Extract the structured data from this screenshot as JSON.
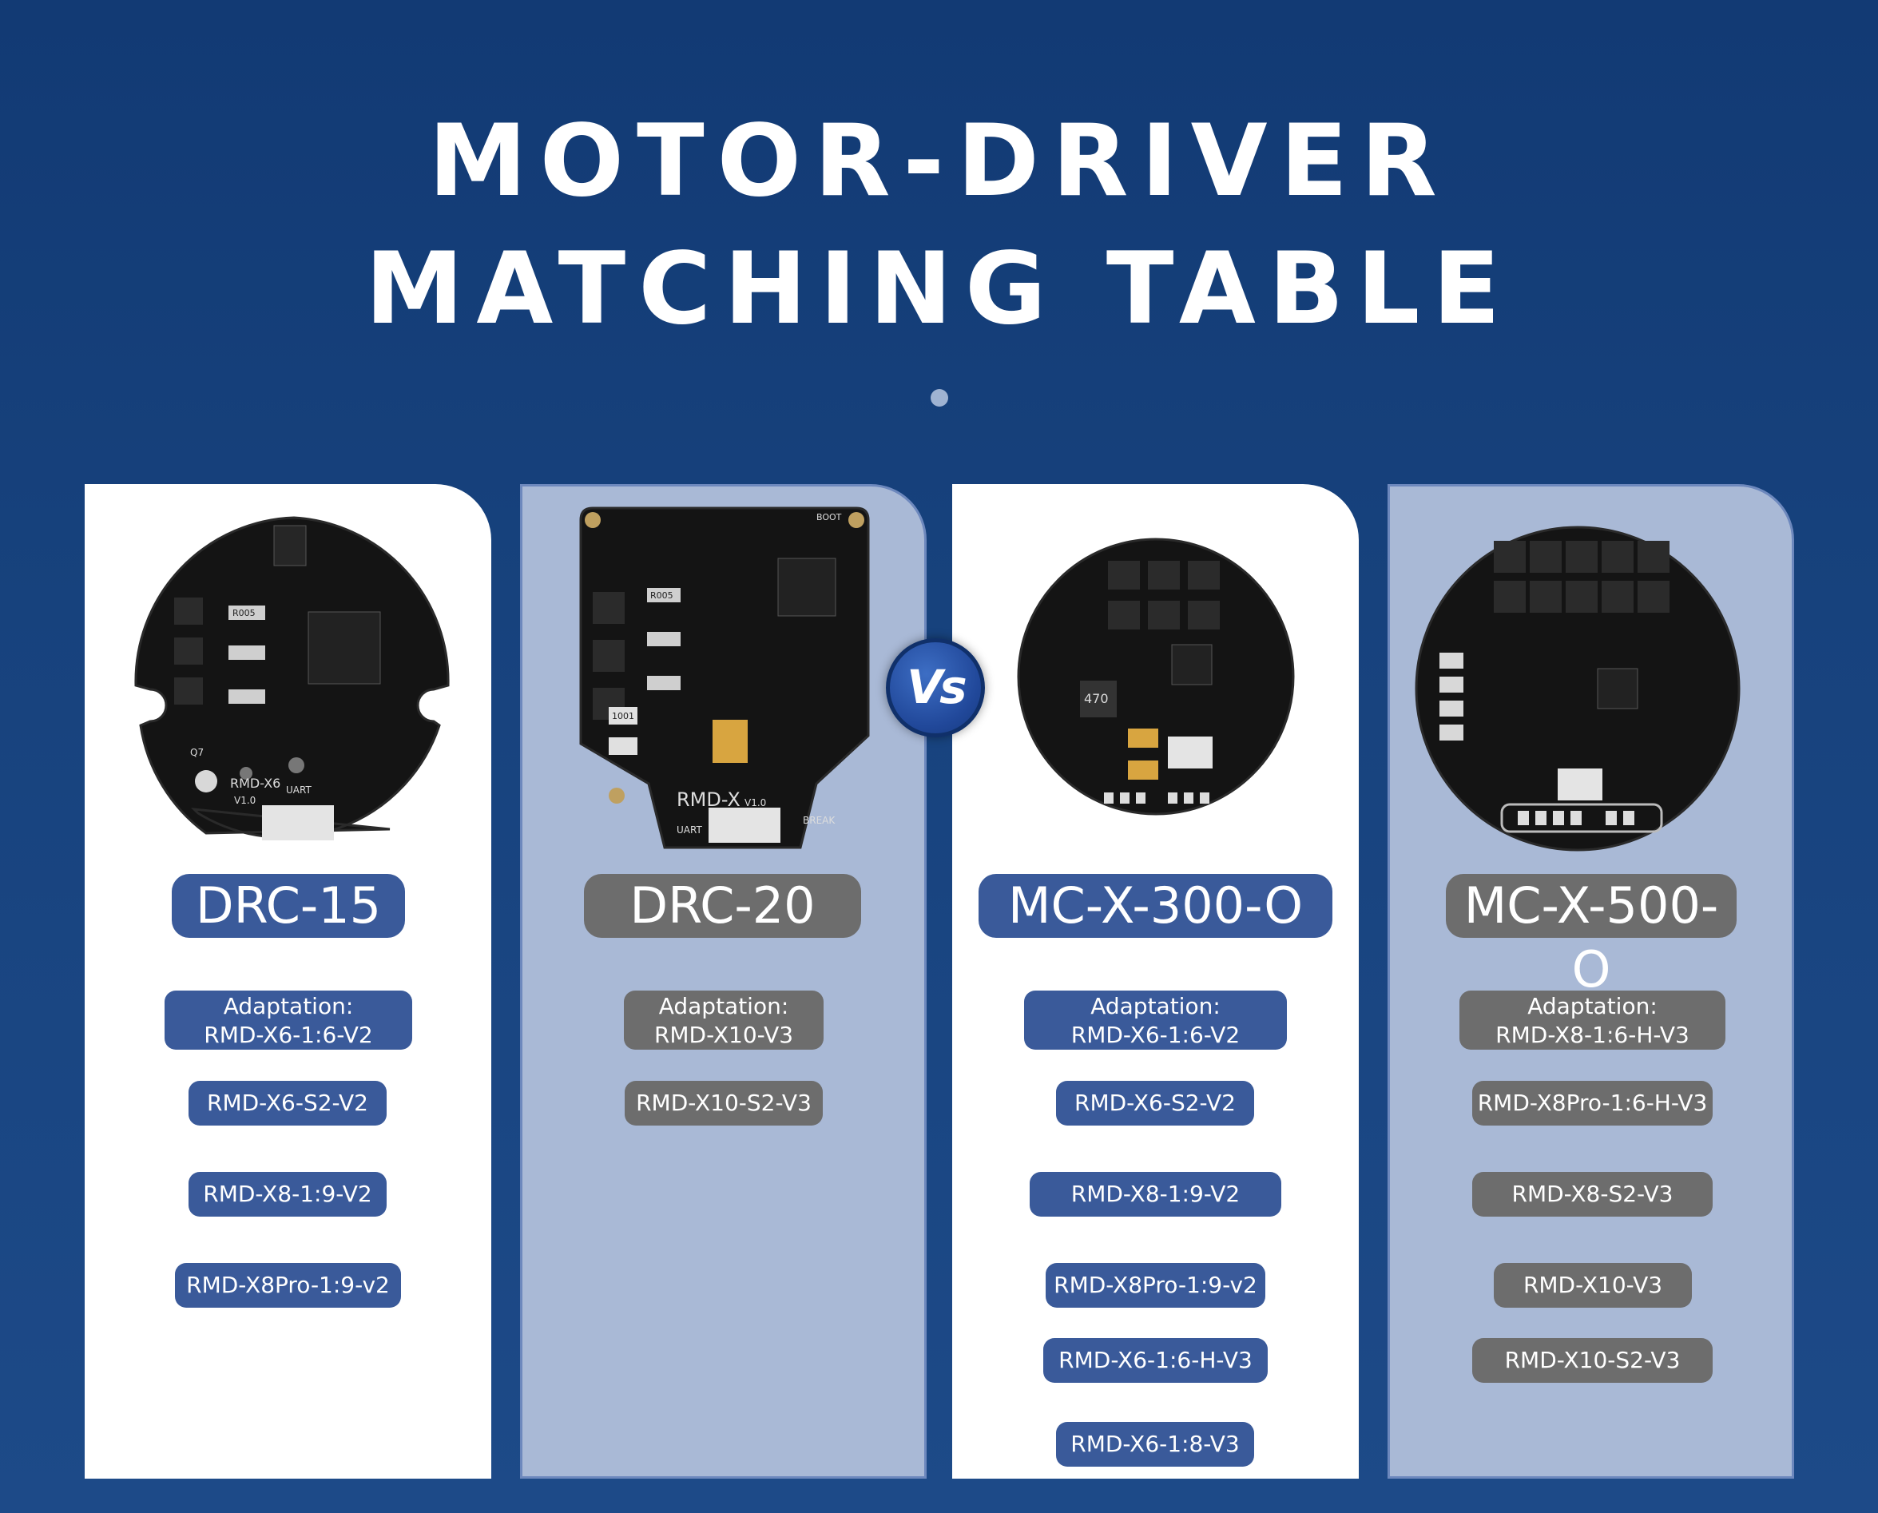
{
  "title": {
    "line1": "MOTOR-DRIVER",
    "line2": "MATCHING TABLE"
  },
  "vs_label": "Vs",
  "cards": [
    {
      "name": "DRC-15",
      "board_silkscreen": [
        "RMD-X6",
        "V1.0",
        "UART",
        "R005",
        "Q7"
      ],
      "adaptation": [
        "Adaptation:",
        "RMD-X6-1:6-V2"
      ],
      "models": [
        "RMD-X6-S2-V2",
        "RMD-X8-1:9-V2",
        "RMD-X8Pro-1:9-v2"
      ]
    },
    {
      "name": "DRC-20",
      "board_silkscreen": [
        "RMD-X",
        "V1.0",
        "UART",
        "BREAK",
        "1001",
        "R005",
        "BOOT"
      ],
      "adaptation": [
        "Adaptation:",
        "RMD-X10-V3"
      ],
      "models": [
        "RMD-X10-S2-V3"
      ]
    },
    {
      "name": "MC-X-300-O",
      "board_silkscreen": [
        "470"
      ],
      "adaptation": [
        "Adaptation:",
        "RMD-X6-1:6-V2"
      ],
      "models": [
        "RMD-X6-S2-V2",
        "RMD-X8-1:9-V2",
        "RMD-X8Pro-1:9-v2",
        "RMD-X6-1:6-H-V3",
        "RMD-X6-1:8-V3"
      ]
    },
    {
      "name": "MC-X-500-O",
      "board_silkscreen": [],
      "adaptation": [
        "Adaptation:",
        "RMD-X8-1:6-H-V3"
      ],
      "models": [
        "RMD-X8Pro-1:6-H-V3",
        "RMD-X8-S2-V3",
        "RMD-X10-V3",
        "RMD-X10-S2-V3"
      ]
    }
  ],
  "colors": {
    "background": "#17427d",
    "pill_blue": "#3a5a9a",
    "pill_gray": "#6d6d6d",
    "card_grey": "#a9b9d6"
  }
}
